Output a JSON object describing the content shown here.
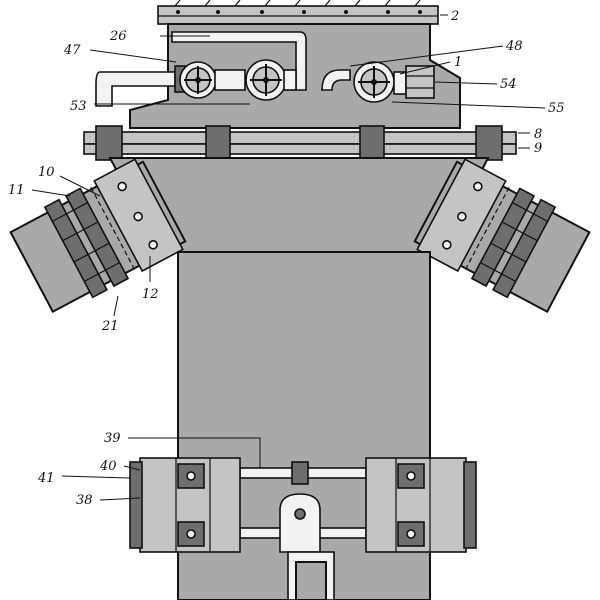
{
  "figure": {
    "labels": [
      {
        "id": "ref-2",
        "text": "2"
      },
      {
        "id": "ref-26",
        "text": "26"
      },
      {
        "id": "ref-47",
        "text": "47"
      },
      {
        "id": "ref-48",
        "text": "48"
      },
      {
        "id": "ref-1",
        "text": "1"
      },
      {
        "id": "ref-54",
        "text": "54"
      },
      {
        "id": "ref-53",
        "text": "53"
      },
      {
        "id": "ref-55",
        "text": "55"
      },
      {
        "id": "ref-8",
        "text": "8"
      },
      {
        "id": "ref-9",
        "text": "9"
      },
      {
        "id": "ref-10",
        "text": "10"
      },
      {
        "id": "ref-11",
        "text": "11"
      },
      {
        "id": "ref-12",
        "text": "12"
      },
      {
        "id": "ref-21",
        "text": "21"
      },
      {
        "id": "ref-39",
        "text": "39"
      },
      {
        "id": "ref-40",
        "text": "40"
      },
      {
        "id": "ref-41",
        "text": "41"
      },
      {
        "id": "ref-38",
        "text": "38"
      }
    ],
    "colors": {
      "ink": "#111111",
      "body": "#a9a9a9",
      "paper": "#ffffff"
    }
  }
}
